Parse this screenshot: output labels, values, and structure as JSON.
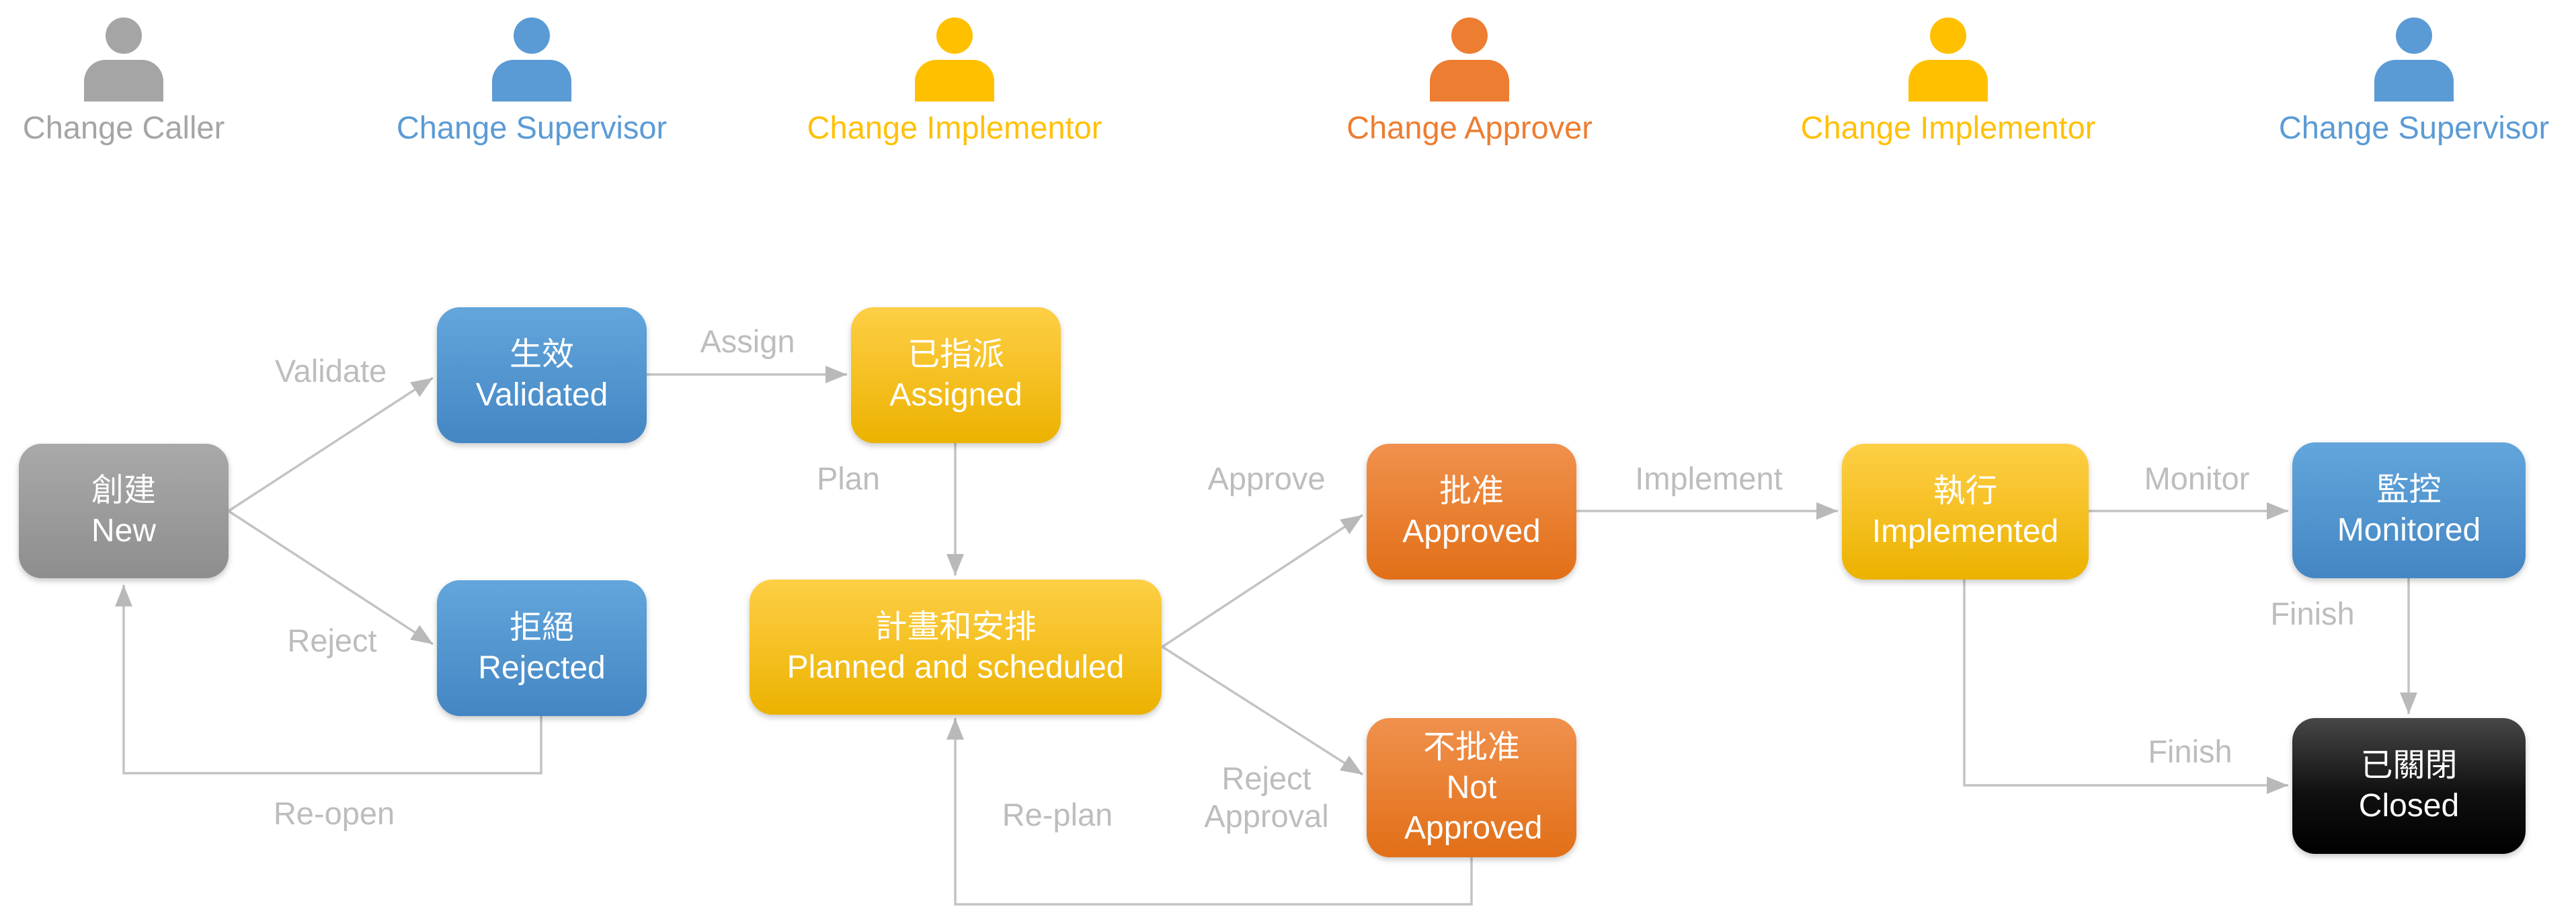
{
  "roles": [
    {
      "label": "Change Caller",
      "color": "#A5A5A5"
    },
    {
      "label": "Change Supervisor",
      "color": "#5B9BD5"
    },
    {
      "label": "Change Implementor",
      "color": "#FFC000"
    },
    {
      "label": "Change Approver",
      "color": "#ED7D31"
    },
    {
      "label": "Change Implementor",
      "color": "#FFC000"
    },
    {
      "label": "Change Supervisor",
      "color": "#5B9BD5"
    }
  ],
  "states": {
    "new": {
      "zh": "創建",
      "en": "New"
    },
    "validated": {
      "zh": "生效",
      "en": "Validated"
    },
    "rejected": {
      "zh": "拒絕",
      "en": "Rejected"
    },
    "assigned": {
      "zh": "已指派",
      "en": "Assigned"
    },
    "planned": {
      "zh": "計畫和安排",
      "en": "Planned and scheduled"
    },
    "approved": {
      "zh": "批准",
      "en": "Approved"
    },
    "not_approved": {
      "zh": "不批准",
      "en": "Not Approved"
    },
    "implemented": {
      "zh": "執行",
      "en": "Implemented"
    },
    "monitored": {
      "zh": "監控",
      "en": "Monitored"
    },
    "closed": {
      "zh": "已關閉",
      "en": "Closed"
    }
  },
  "transitions": {
    "validate": "Validate",
    "reject": "Reject",
    "assign": "Assign",
    "plan": "Plan",
    "reopen": "Re-open",
    "approve": "Approve",
    "reject_approval": "Reject Approval",
    "replan": "Re-plan",
    "implement": "Implement",
    "monitor": "Monitor",
    "finish_monitored": "Finish",
    "finish_implemented": "Finish"
  },
  "colors": {
    "gray": "#A5A5A5",
    "blue": "#5B9BD5",
    "gold": "#FFC000",
    "orange": "#ED7D31",
    "black": "#000000",
    "arrow": "#BFBFBF",
    "state_text": "#FFFFFF"
  }
}
